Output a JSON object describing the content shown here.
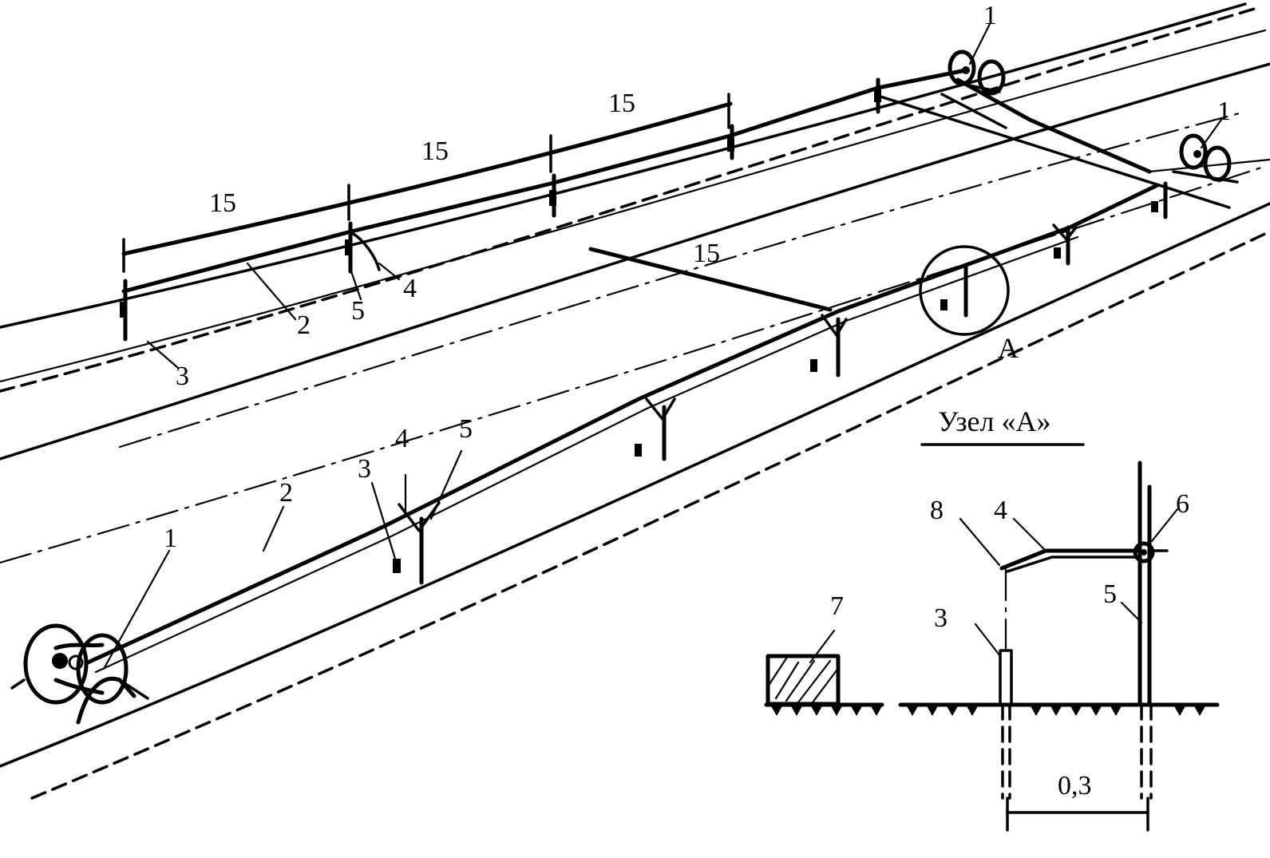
{
  "labels": {
    "peg_1": "1",
    "rope_2": "2",
    "stake_3": "3",
    "bracket_4": "4",
    "post_5": "5",
    "nut_6": "6",
    "curb_7": "7",
    "tip_8": "8",
    "node_mark": "A",
    "span": "15"
  },
  "detail": {
    "title": "Узел «A»",
    "dimension": "0,3"
  }
}
